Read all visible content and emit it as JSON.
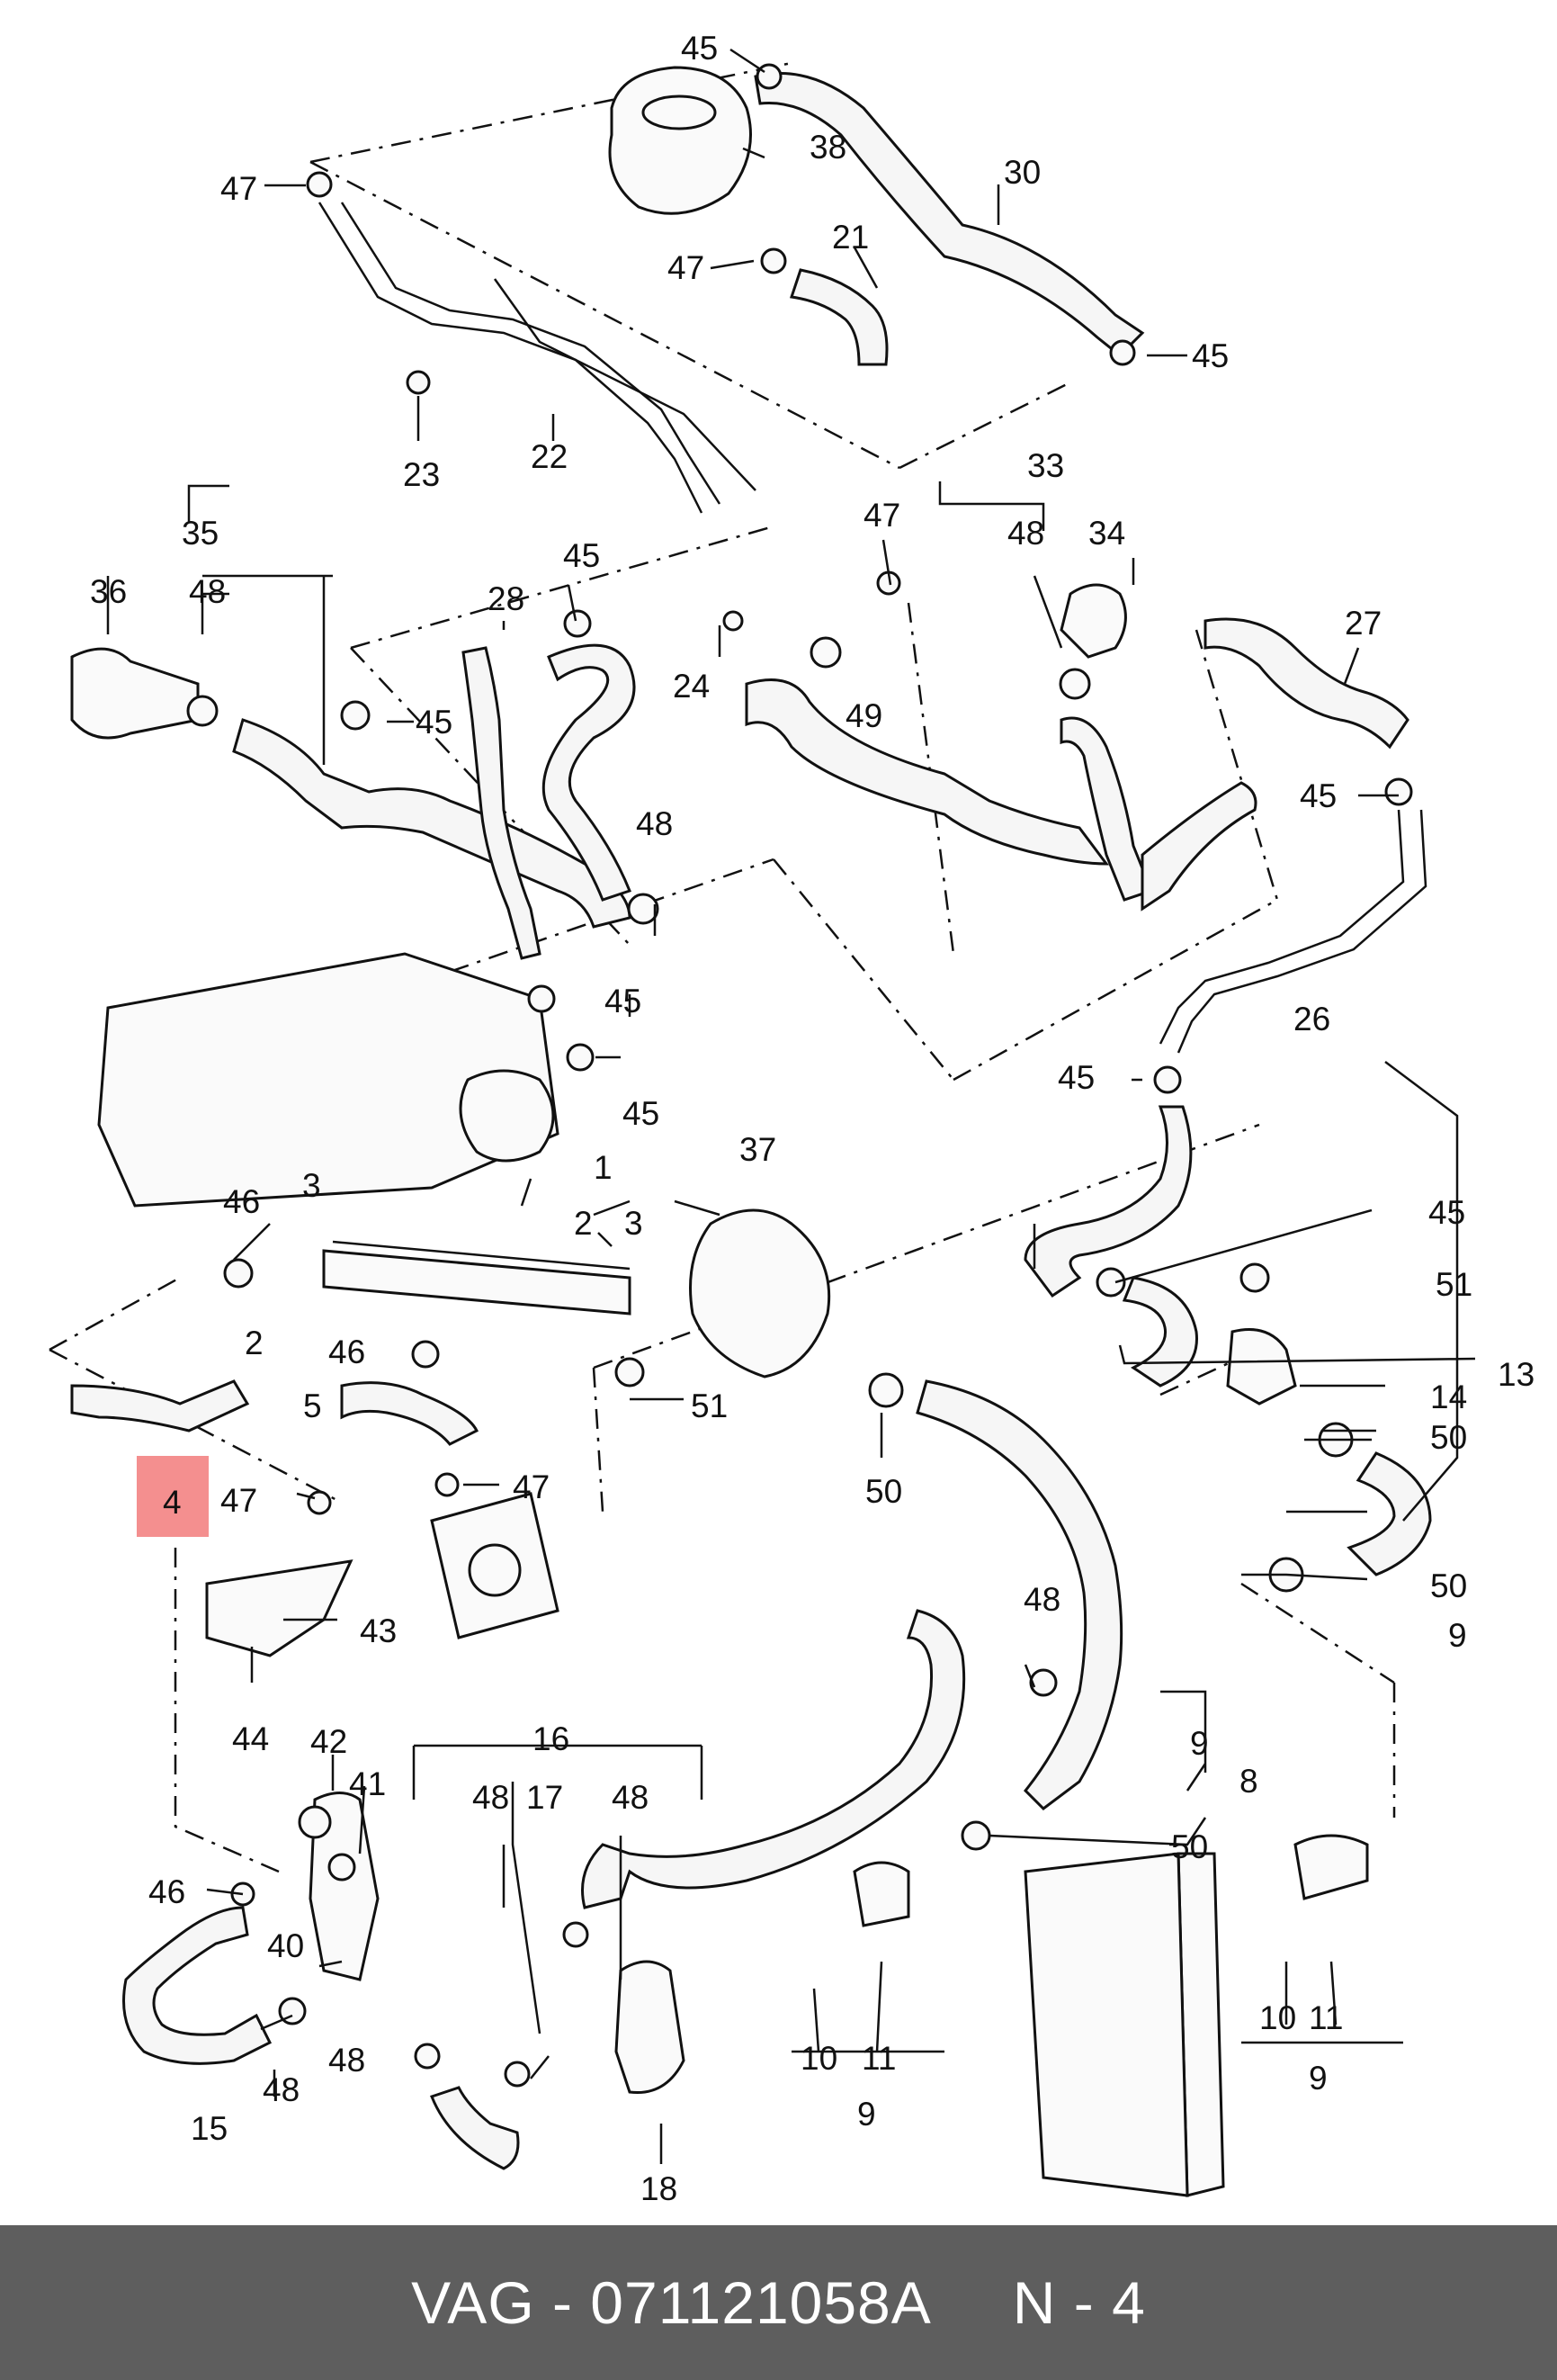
{
  "diagram": {
    "highlight_label": "4",
    "callouts": [
      {
        "id": "c45a",
        "text": "45"
      },
      {
        "id": "c38",
        "text": "38"
      },
      {
        "id": "c30",
        "text": "30"
      },
      {
        "id": "c47a",
        "text": "47"
      },
      {
        "id": "c47b",
        "text": "47"
      },
      {
        "id": "c21",
        "text": "21"
      },
      {
        "id": "c45b",
        "text": "45"
      },
      {
        "id": "c23",
        "text": "23"
      },
      {
        "id": "c22",
        "text": "22"
      },
      {
        "id": "c35",
        "text": "35"
      },
      {
        "id": "c36",
        "text": "36"
      },
      {
        "id": "c48a",
        "text": "48"
      },
      {
        "id": "c45c",
        "text": "45"
      },
      {
        "id": "c28",
        "text": "28"
      },
      {
        "id": "c45d",
        "text": "45"
      },
      {
        "id": "c47c",
        "text": "47"
      },
      {
        "id": "c24",
        "text": "24"
      },
      {
        "id": "c49",
        "text": "49"
      },
      {
        "id": "c33",
        "text": "33"
      },
      {
        "id": "c48b",
        "text": "48"
      },
      {
        "id": "c34",
        "text": "34"
      },
      {
        "id": "c27",
        "text": "27"
      },
      {
        "id": "c45e",
        "text": "45"
      },
      {
        "id": "c48c",
        "text": "48"
      },
      {
        "id": "c45f",
        "text": "45"
      },
      {
        "id": "c45g",
        "text": "45"
      },
      {
        "id": "c26",
        "text": "26"
      },
      {
        "id": "c45h",
        "text": "45"
      },
      {
        "id": "c37",
        "text": "37"
      },
      {
        "id": "c1",
        "text": "1"
      },
      {
        "id": "c2a",
        "text": "2"
      },
      {
        "id": "c3a",
        "text": "3"
      },
      {
        "id": "c3b",
        "text": "3"
      },
      {
        "id": "c46a",
        "text": "46"
      },
      {
        "id": "c45i",
        "text": "45"
      },
      {
        "id": "c51a",
        "text": "51"
      },
      {
        "id": "c2b",
        "text": "2"
      },
      {
        "id": "c46b",
        "text": "46"
      },
      {
        "id": "c5",
        "text": "5"
      },
      {
        "id": "c51b",
        "text": "51"
      },
      {
        "id": "c13",
        "text": "13"
      },
      {
        "id": "c14",
        "text": "14"
      },
      {
        "id": "c50a",
        "text": "50"
      },
      {
        "id": "c50b",
        "text": "50"
      },
      {
        "id": "c50c",
        "text": "50"
      },
      {
        "id": "c47d",
        "text": "47"
      },
      {
        "id": "c47e",
        "text": "47"
      },
      {
        "id": "c9a",
        "text": "9"
      },
      {
        "id": "c43",
        "text": "43"
      },
      {
        "id": "c48d",
        "text": "48"
      },
      {
        "id": "c44",
        "text": "44"
      },
      {
        "id": "c9b",
        "text": "9"
      },
      {
        "id": "c8",
        "text": "8"
      },
      {
        "id": "c16",
        "text": "16"
      },
      {
        "id": "c42",
        "text": "42"
      },
      {
        "id": "c41",
        "text": "41"
      },
      {
        "id": "c48e",
        "text": "48"
      },
      {
        "id": "c17",
        "text": "17"
      },
      {
        "id": "c48f",
        "text": "48"
      },
      {
        "id": "c50d",
        "text": "50"
      },
      {
        "id": "c46c",
        "text": "46"
      },
      {
        "id": "c40",
        "text": "40"
      },
      {
        "id": "c10a",
        "text": "10"
      },
      {
        "id": "c11a",
        "text": "11"
      },
      {
        "id": "c10b",
        "text": "10"
      },
      {
        "id": "c11b",
        "text": "11"
      },
      {
        "id": "c9c",
        "text": "9"
      },
      {
        "id": "c9d",
        "text": "9"
      },
      {
        "id": "c48g",
        "text": "48"
      },
      {
        "id": "c48h",
        "text": "48"
      },
      {
        "id": "c15",
        "text": "15"
      },
      {
        "id": "c18",
        "text": "18"
      }
    ]
  },
  "footer": {
    "part_code": "VAG - 071121058A",
    "position": "N - 4"
  }
}
